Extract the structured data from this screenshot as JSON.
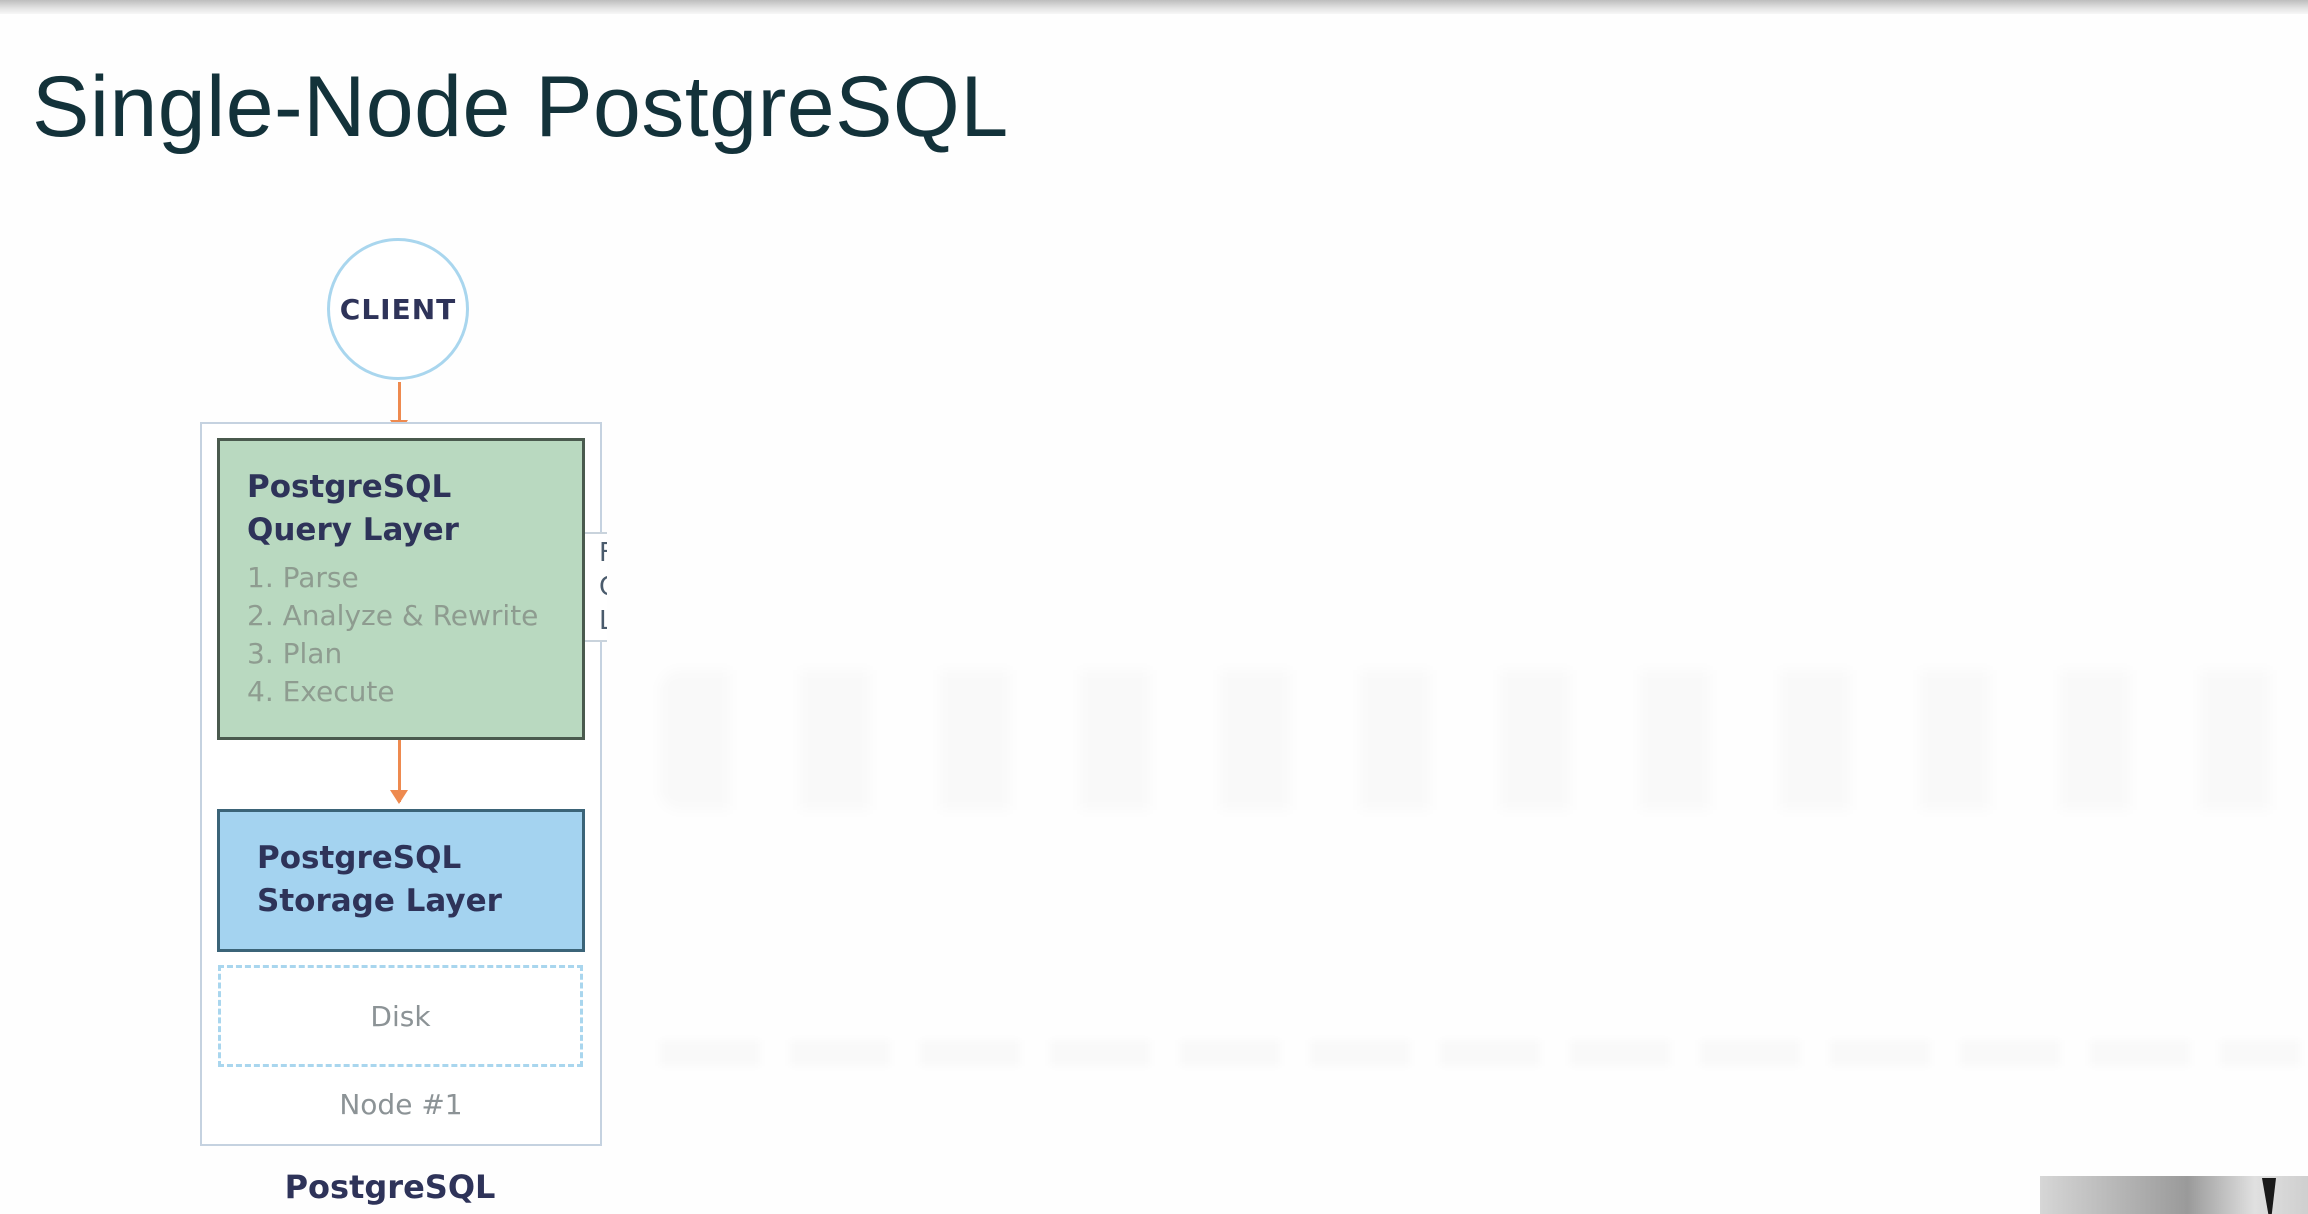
{
  "slide": {
    "title": "Single-Node PostgreSQL"
  },
  "diagram": {
    "client_label": "CLIENT",
    "query_layer": {
      "title_line1": "PostgreSQL",
      "title_line2": "Query Layer",
      "steps": [
        "1.  Parse",
        "2. Analyze & Rewrite",
        "3. Plan",
        "4. Execute"
      ]
    },
    "side_tab_letters": [
      "F",
      "C",
      "L"
    ],
    "storage_layer": {
      "title_line1": "PostgreSQL",
      "title_line2": "Storage Layer"
    },
    "disk_label": "Disk",
    "node_label": "Node #1",
    "caption": "PostgreSQL",
    "colors": {
      "arrow": "#ee8a4f",
      "query_layer_fill": "#b9d9c0",
      "storage_layer_fill": "#a4d3f0",
      "client_border": "#a9d6ee",
      "text_dark": "#2e3359"
    }
  }
}
